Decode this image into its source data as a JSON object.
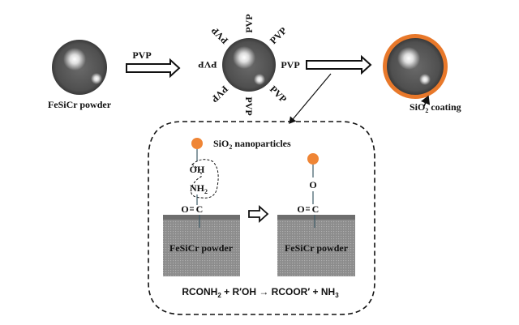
{
  "stages": {
    "raw": {
      "label": "FeSiCr powder"
    },
    "step1_arrow_label": "PVP",
    "pvp_coated": {
      "ligand_label": "PVP",
      "ligand_count": 8
    },
    "coated": {
      "label_prefix": "SiO",
      "label_sub": "2",
      "label_suffix": " coating"
    }
  },
  "detail": {
    "nanoparticle_label_prefix": "SiO",
    "nanoparticle_label_sub": "2",
    "nanoparticle_label_suffix": " nanoparticles",
    "before": {
      "oh": "OH",
      "nh2_main": "NH",
      "nh2_sub": "2",
      "carbonyl_o": "O",
      "carbonyl_c": "C",
      "substrate_label": "FeSiCr powder"
    },
    "after": {
      "ester_o": "O",
      "carbonyl_o": "O",
      "carbonyl_c": "C",
      "substrate_label": "FeSiCr powder"
    },
    "equation": {
      "part1": "RCONH",
      "sub1": "2",
      "part2": " + R′OH → RCOOR′ + NH",
      "sub2": "3"
    }
  },
  "colors": {
    "sphere_dark": "#4a4a4a",
    "sphere_light": "#ffffff",
    "coating_orange": "#e8782a",
    "nanoparticle_orange": "#ef8535",
    "substrate_gray": "#8a8a8a",
    "substrate_top": "#6e6e6e",
    "bond_line": "#3d5a66"
  }
}
